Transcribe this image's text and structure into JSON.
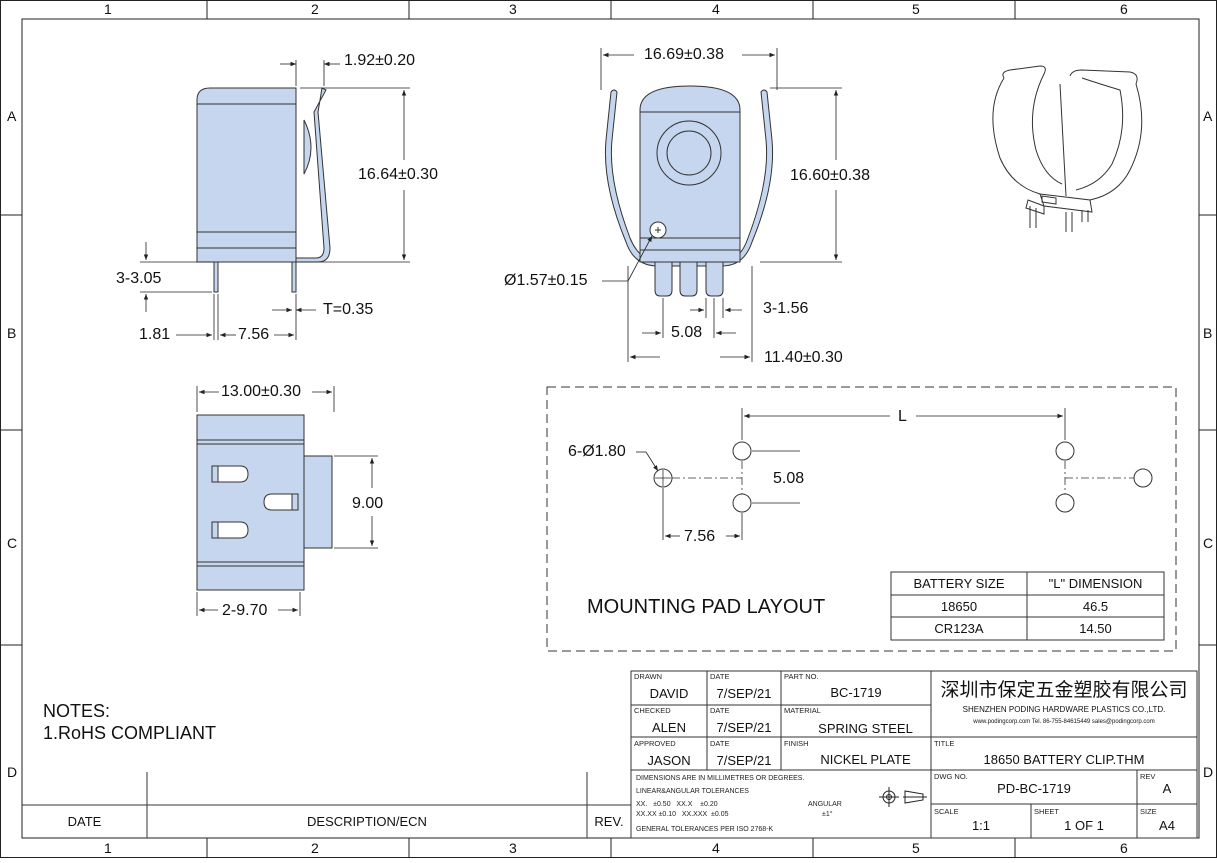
{
  "zones": {
    "columns": [
      "1",
      "2",
      "3",
      "4",
      "5",
      "6"
    ],
    "rows": [
      "A",
      "B",
      "C",
      "D"
    ]
  },
  "dimensions": {
    "side_thickness": "1.92±0.20",
    "side_height": "16.64±0.30",
    "side_pin_length": "3-3.05",
    "side_pin_offset": "1.81",
    "side_pin_spacing": "7.56",
    "side_material_t": "T=0.35",
    "front_width": "16.69±0.38",
    "front_height": "16.60±0.38",
    "front_hole": "Ø1.57±0.15",
    "front_pin_dia": "3-1.56",
    "front_pin_pitch": "5.08",
    "front_base_width": "11.40±0.30",
    "bottom_length": "13.00±0.30",
    "bottom_width": "9.00",
    "bottom_tab": "2-9.70"
  },
  "pad_layout": {
    "title": "MOUNTING PAD LAYOUT",
    "hole_callout": "6-Ø1.80",
    "pitch": "5.08",
    "offset": "7.56",
    "spacing_label": "L",
    "table": {
      "headers": [
        "BATTERY SIZE",
        "\"L\" DIMENSION"
      ],
      "rows": [
        [
          "18650",
          "46.5"
        ],
        [
          "CR123A",
          "14.50"
        ]
      ]
    }
  },
  "notes": {
    "heading": "NOTES:",
    "line1": "1.RoHS COMPLIANT"
  },
  "revision_block": {
    "date": "DATE",
    "description": "DESCRIPTION/ECN",
    "rev": "REV."
  },
  "title_block": {
    "drawn_label": "DRAWN",
    "drawn": "DAVID",
    "checked_label": "CHECKED",
    "checked": "ALEN",
    "approved_label": "APPROVED",
    "approved": "JASON",
    "date_label": "DATE",
    "date1": "7/SEP/21",
    "date2": "7/SEP/21",
    "date3": "7/SEP/21",
    "part_no_label": "PART NO.",
    "part_no": "BC-1719",
    "material_label": "MATERIAL",
    "material": "SPRING STEEL",
    "finish_label": "FINISH",
    "finish": "NICKEL PLATE",
    "company_cn": "深圳市保定五金塑胶有限公司",
    "company_en": "SHENZHEN PODING HARDWARE PLASTICS CO.,LTD.",
    "contact": "www.podingcorp.com   Tel. 86-755-84615449   sales@podingcorp.com",
    "title_label": "TITLE",
    "title": "18650 BATTERY CLIP.THM",
    "dwg_no_label": "DWG NO.",
    "dwg_no": "PD-BC-1719",
    "rev_label": "REV",
    "rev": "A",
    "scale_label": "SCALE",
    "scale": "1:1",
    "sheet_label": "SHEET",
    "sheet": "1 OF 1",
    "size_label": "SIZE",
    "size": "A4",
    "tol_line1": "DIMENSIONS ARE IN MILLIMETRES OR DEGREES.",
    "tol_line2": "LINEAR&ANGULAR TOLERANCES",
    "tol_line3": "XX.   ±0.50   XX.X    ±0.20",
    "tol_line4": "XX.XX ±0.10   XX.XXX  ±0.05",
    "angular_label": "ANGULAR",
    "angular_value": "±1°",
    "tol_line5": "GENERAL TOLERANCES PER ISO 2768-K"
  },
  "colors": {
    "part_fill": "#c6d6ee",
    "line": "#222222"
  }
}
